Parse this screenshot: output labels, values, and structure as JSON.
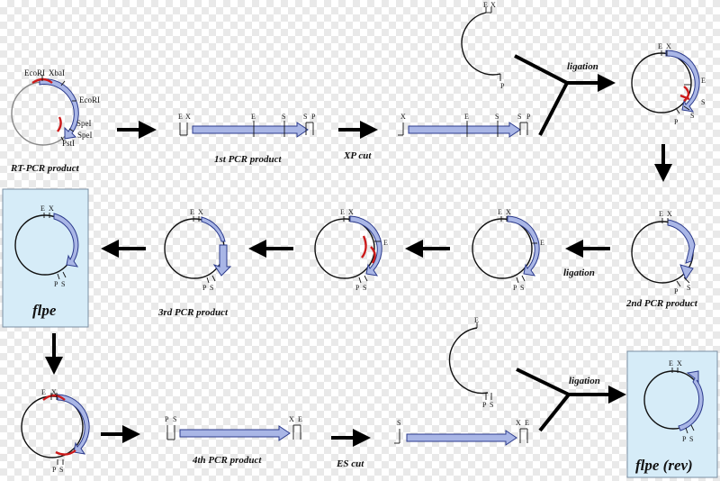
{
  "colors": {
    "gene_fill": "#a9b6e6",
    "gene_stroke": "#2b3a8c",
    "highlight_box": "#d6ecf8",
    "primer": "#cc1a1a"
  },
  "row1": {
    "rt_pcr": {
      "label": "RT-PCR product",
      "sites": [
        "EcoRI",
        "XbaI",
        "EcoRI",
        "SpeI",
        "PstI",
        "SpeI"
      ]
    },
    "pcr1": {
      "label": "1st PCR product",
      "sites": [
        "E",
        "X",
        "E",
        "S",
        "S",
        "P"
      ]
    },
    "xp_cut": {
      "label": "XP cut",
      "sites": [
        "X",
        "E",
        "S",
        "S",
        "P"
      ]
    },
    "vector": {
      "sites": [
        "E",
        "X",
        "P"
      ]
    },
    "ligation": "ligation",
    "ligated": {
      "sites": [
        "E",
        "X",
        "E",
        "P",
        "S",
        "S"
      ]
    }
  },
  "row2": {
    "pcr2": {
      "label": "2nd PCR product",
      "sites": [
        "E",
        "X",
        "P",
        "S"
      ]
    },
    "ligation": "ligation",
    "c_a": {
      "sites": [
        "E",
        "X",
        "E",
        "P",
        "S"
      ]
    },
    "c_b": {
      "sites": [
        "E",
        "X",
        "E",
        "P",
        "S"
      ]
    },
    "pcr3": {
      "label": "3rd PCR product",
      "sites": [
        "E",
        "X",
        "P",
        "S"
      ]
    },
    "flpe": {
      "label": "flpe",
      "sites": [
        "E",
        "X",
        "P",
        "S"
      ]
    }
  },
  "row3": {
    "c_flpe_primed": {
      "sites": [
        "E",
        "X",
        "P",
        "S"
      ]
    },
    "pcr4": {
      "label": "4th PCR product",
      "sites": [
        "P",
        "S",
        "X",
        "E"
      ]
    },
    "es_cut": {
      "label": "ES cut",
      "sites": [
        "S",
        "X",
        "E"
      ]
    },
    "vector2": {
      "sites": [
        "E",
        "P",
        "S"
      ]
    },
    "ligation": "ligation",
    "flpe_rev": {
      "label": "flpe (rev)",
      "sites": [
        "E",
        "X",
        "P",
        "S"
      ]
    }
  }
}
